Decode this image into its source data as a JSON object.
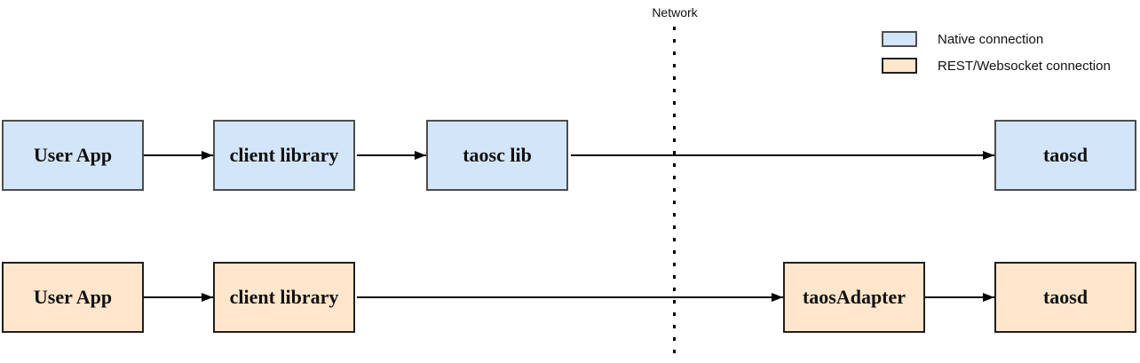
{
  "network_label": "Network",
  "legend": {
    "native": "Native connection",
    "rest": "REST/Websocket connection"
  },
  "top_row": {
    "user_app": "User App",
    "client_library": "client library",
    "taosc_lib": "taosc lib",
    "taosd": "taosd"
  },
  "bottom_row": {
    "user_app": "User App",
    "client_library": "client library",
    "taos_adapter": "taosAdapter",
    "taosd": "taosd"
  },
  "colors": {
    "native_fill": "#d3e5f8",
    "native_border": "#4d4d4d",
    "rest_fill": "#ffe6cc",
    "rest_border": "#1f1f1f",
    "arrow_color": "#000000"
  }
}
